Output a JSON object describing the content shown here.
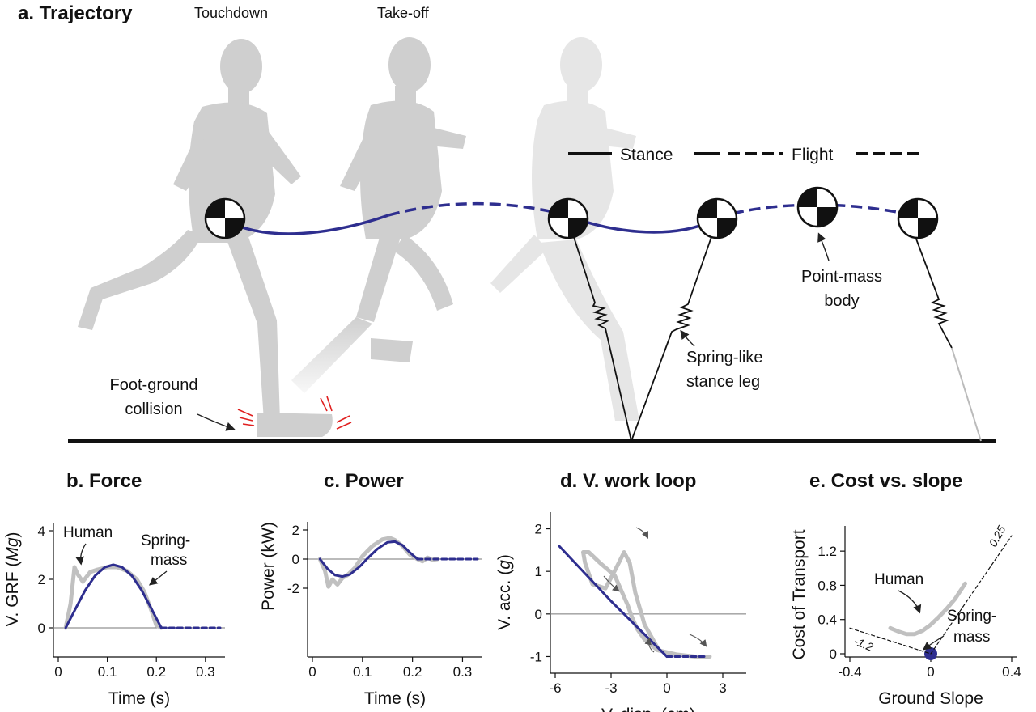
{
  "panel_a": {
    "title": "a. Trajectory",
    "touchdown": "Touchdown",
    "takeoff": "Take-off",
    "stance": "Stance",
    "flight": "Flight",
    "point_mass_1": "Point-mass",
    "point_mass_2": "body",
    "spring_1": "Spring-like",
    "spring_2": "stance leg",
    "foot_1": "Foot-ground",
    "foot_2": "collision"
  },
  "colors": {
    "blue": "#2e2e8f",
    "gray": "#c0c0c0",
    "silhouette": "#cfcfcf",
    "red": "#e02020"
  },
  "chart_data": [
    {
      "panel": "b",
      "type": "line",
      "title": "b.  Force",
      "xlabel": "Time (s)",
      "ylabel": "V. GRF (Mg)",
      "ylabel_main": "V. GRF (",
      "ylabel_unit": "Mg",
      "ylabel_close": ")",
      "xlim": [
        0,
        0.33
      ],
      "ylim": [
        0,
        4
      ],
      "xticks": [
        "0",
        "0.1",
        "0.2",
        "0.3"
      ],
      "yticks": [
        "0",
        "2",
        "4"
      ],
      "annotations": [
        "Human",
        "Spring-",
        "mass"
      ],
      "series": [
        {
          "name": "Human",
          "color": "#c0c0c0",
          "x": [
            0.015,
            0.025,
            0.033,
            0.04,
            0.05,
            0.065,
            0.08,
            0.1,
            0.12,
            0.14,
            0.16,
            0.175,
            0.19,
            0.2,
            0.21
          ],
          "y": [
            0,
            1.0,
            2.5,
            2.2,
            1.9,
            2.3,
            2.4,
            2.5,
            2.5,
            2.35,
            2.0,
            1.5,
            0.7,
            0.1,
            0
          ]
        },
        {
          "name": "Spring-mass",
          "color": "#2e2e8f",
          "x": [
            0.015,
            0.035,
            0.055,
            0.075,
            0.095,
            0.112,
            0.13,
            0.15,
            0.17,
            0.19,
            0.21
          ],
          "y": [
            0,
            0.78,
            1.55,
            2.15,
            2.5,
            2.6,
            2.5,
            2.15,
            1.55,
            0.78,
            0
          ]
        },
        {
          "name": "",
          "color": "#2e2e8f",
          "style": "dashed",
          "x": [
            0.21,
            0.33
          ],
          "y": [
            0,
            0
          ]
        }
      ]
    },
    {
      "panel": "c",
      "type": "line",
      "title": "c.  Power",
      "xlabel": "Time (s)",
      "ylabel": "Power (kW)",
      "xlim": [
        0,
        0.33
      ],
      "ylim": [
        -2,
        2
      ],
      "xticks": [
        "0",
        "0.1",
        "0.2",
        "0.3"
      ],
      "yticks": [
        "-2",
        "0",
        "2"
      ],
      "series": [
        {
          "name": "Human",
          "color": "#c0c0c0",
          "x": [
            0.015,
            0.025,
            0.032,
            0.04,
            0.05,
            0.06,
            0.07,
            0.085,
            0.1,
            0.12,
            0.14,
            0.155,
            0.165,
            0.18,
            0.195,
            0.21,
            0.22,
            0.23,
            0.24,
            0.25
          ],
          "y": [
            0,
            -0.8,
            -1.9,
            -1.4,
            -1.75,
            -1.3,
            -1.1,
            -0.6,
            0.2,
            0.9,
            1.35,
            1.45,
            1.3,
            0.9,
            0.3,
            0,
            -0.15,
            0.1,
            -0.05,
            0
          ]
        },
        {
          "name": "Spring-mass",
          "color": "#2e2e8f",
          "x": [
            0.015,
            0.03,
            0.045,
            0.06,
            0.075,
            0.095,
            0.11,
            0.13,
            0.15,
            0.165,
            0.18,
            0.195,
            0.21
          ],
          "y": [
            0,
            -0.65,
            -1.1,
            -1.2,
            -1.05,
            -0.5,
            0.05,
            0.7,
            1.15,
            1.2,
            0.95,
            0.45,
            0
          ]
        },
        {
          "name": "",
          "color": "#2e2e8f",
          "style": "dashed",
          "x": [
            0.21,
            0.33
          ],
          "y": [
            0,
            0
          ]
        }
      ]
    },
    {
      "panel": "d",
      "type": "line",
      "title": "d. V. work loop",
      "xlabel": "V. disp. (cm)",
      "ylabel": "V. acc. (g)",
      "ylabel_main": "V. acc. (",
      "ylabel_unit": "g",
      "ylabel_close": ")",
      "xlim": [
        -6,
        4
      ],
      "ylim": [
        -1.2,
        2.2
      ],
      "xticks": [
        "-6",
        "-3",
        "0",
        "3"
      ],
      "yticks": [
        "-1",
        "0",
        "1",
        "2"
      ],
      "series": [
        {
          "name": "Human",
          "color": "#c0c0c0",
          "x": [
            -0.5,
            -1.2,
            -1.7,
            -2.0,
            -2.3,
            -2.7,
            -3.3,
            -4.0,
            -4.4,
            -4.5,
            -4.2,
            -3.6,
            -2.8,
            -2.4,
            -2.1,
            -1.9,
            -1.6,
            -1.2,
            -0.5,
            0.5,
            1.5,
            2.3
          ],
          "y": [
            -0.8,
            -0.25,
            0.5,
            1.2,
            1.45,
            1.1,
            0.6,
            0.7,
            1.2,
            1.45,
            1.45,
            1.2,
            0.9,
            0.5,
            0.2,
            -0.05,
            -0.35,
            -0.6,
            -0.85,
            -0.95,
            -1.0,
            -1.0
          ]
        },
        {
          "name": "Spring-mass",
          "color": "#2e2e8f",
          "x": [
            -5.8,
            -3.0,
            0.0
          ],
          "y": [
            1.6,
            0.3,
            -1.0
          ]
        },
        {
          "name": "",
          "color": "#2e2e8f",
          "style": "dashed",
          "x": [
            0.0,
            2.0
          ],
          "y": [
            -1.0,
            -1.0
          ]
        }
      ]
    },
    {
      "panel": "e",
      "type": "line",
      "title": "e.  Cost vs. slope",
      "xlabel": "Ground Slope",
      "ylabel": "Cost of Transport",
      "xlim": [
        -0.4,
        0.4
      ],
      "ylim": [
        0,
        1.4
      ],
      "xticks": [
        "-0.4",
        "0",
        "0.4"
      ],
      "yticks": [
        "0",
        "0.4",
        "0.8",
        "1.2"
      ],
      "annotations": [
        "Human",
        "Spring-",
        "mass",
        "0.25",
        "-1.2"
      ],
      "series": [
        {
          "name": "Human",
          "color": "#c0c0c0",
          "x": [
            -0.2,
            -0.16,
            -0.12,
            -0.08,
            -0.04,
            0.0,
            0.04,
            0.08,
            0.12,
            0.17
          ],
          "y": [
            0.3,
            0.26,
            0.23,
            0.23,
            0.27,
            0.34,
            0.43,
            0.53,
            0.64,
            0.82
          ]
        },
        {
          "name": "Spring-mass",
          "color": "#2e2e8f",
          "type": "point",
          "x": [
            0
          ],
          "y": [
            0
          ]
        },
        {
          "name": "",
          "color": "#111111",
          "style": "dashed",
          "x": [
            0.0,
            0.4
          ],
          "y": [
            0.0,
            1.38
          ]
        },
        {
          "name": "",
          "color": "#111111",
          "style": "dashed",
          "x": [
            -0.4,
            0.0
          ],
          "y": [
            0.3,
            0.0
          ]
        }
      ]
    }
  ]
}
